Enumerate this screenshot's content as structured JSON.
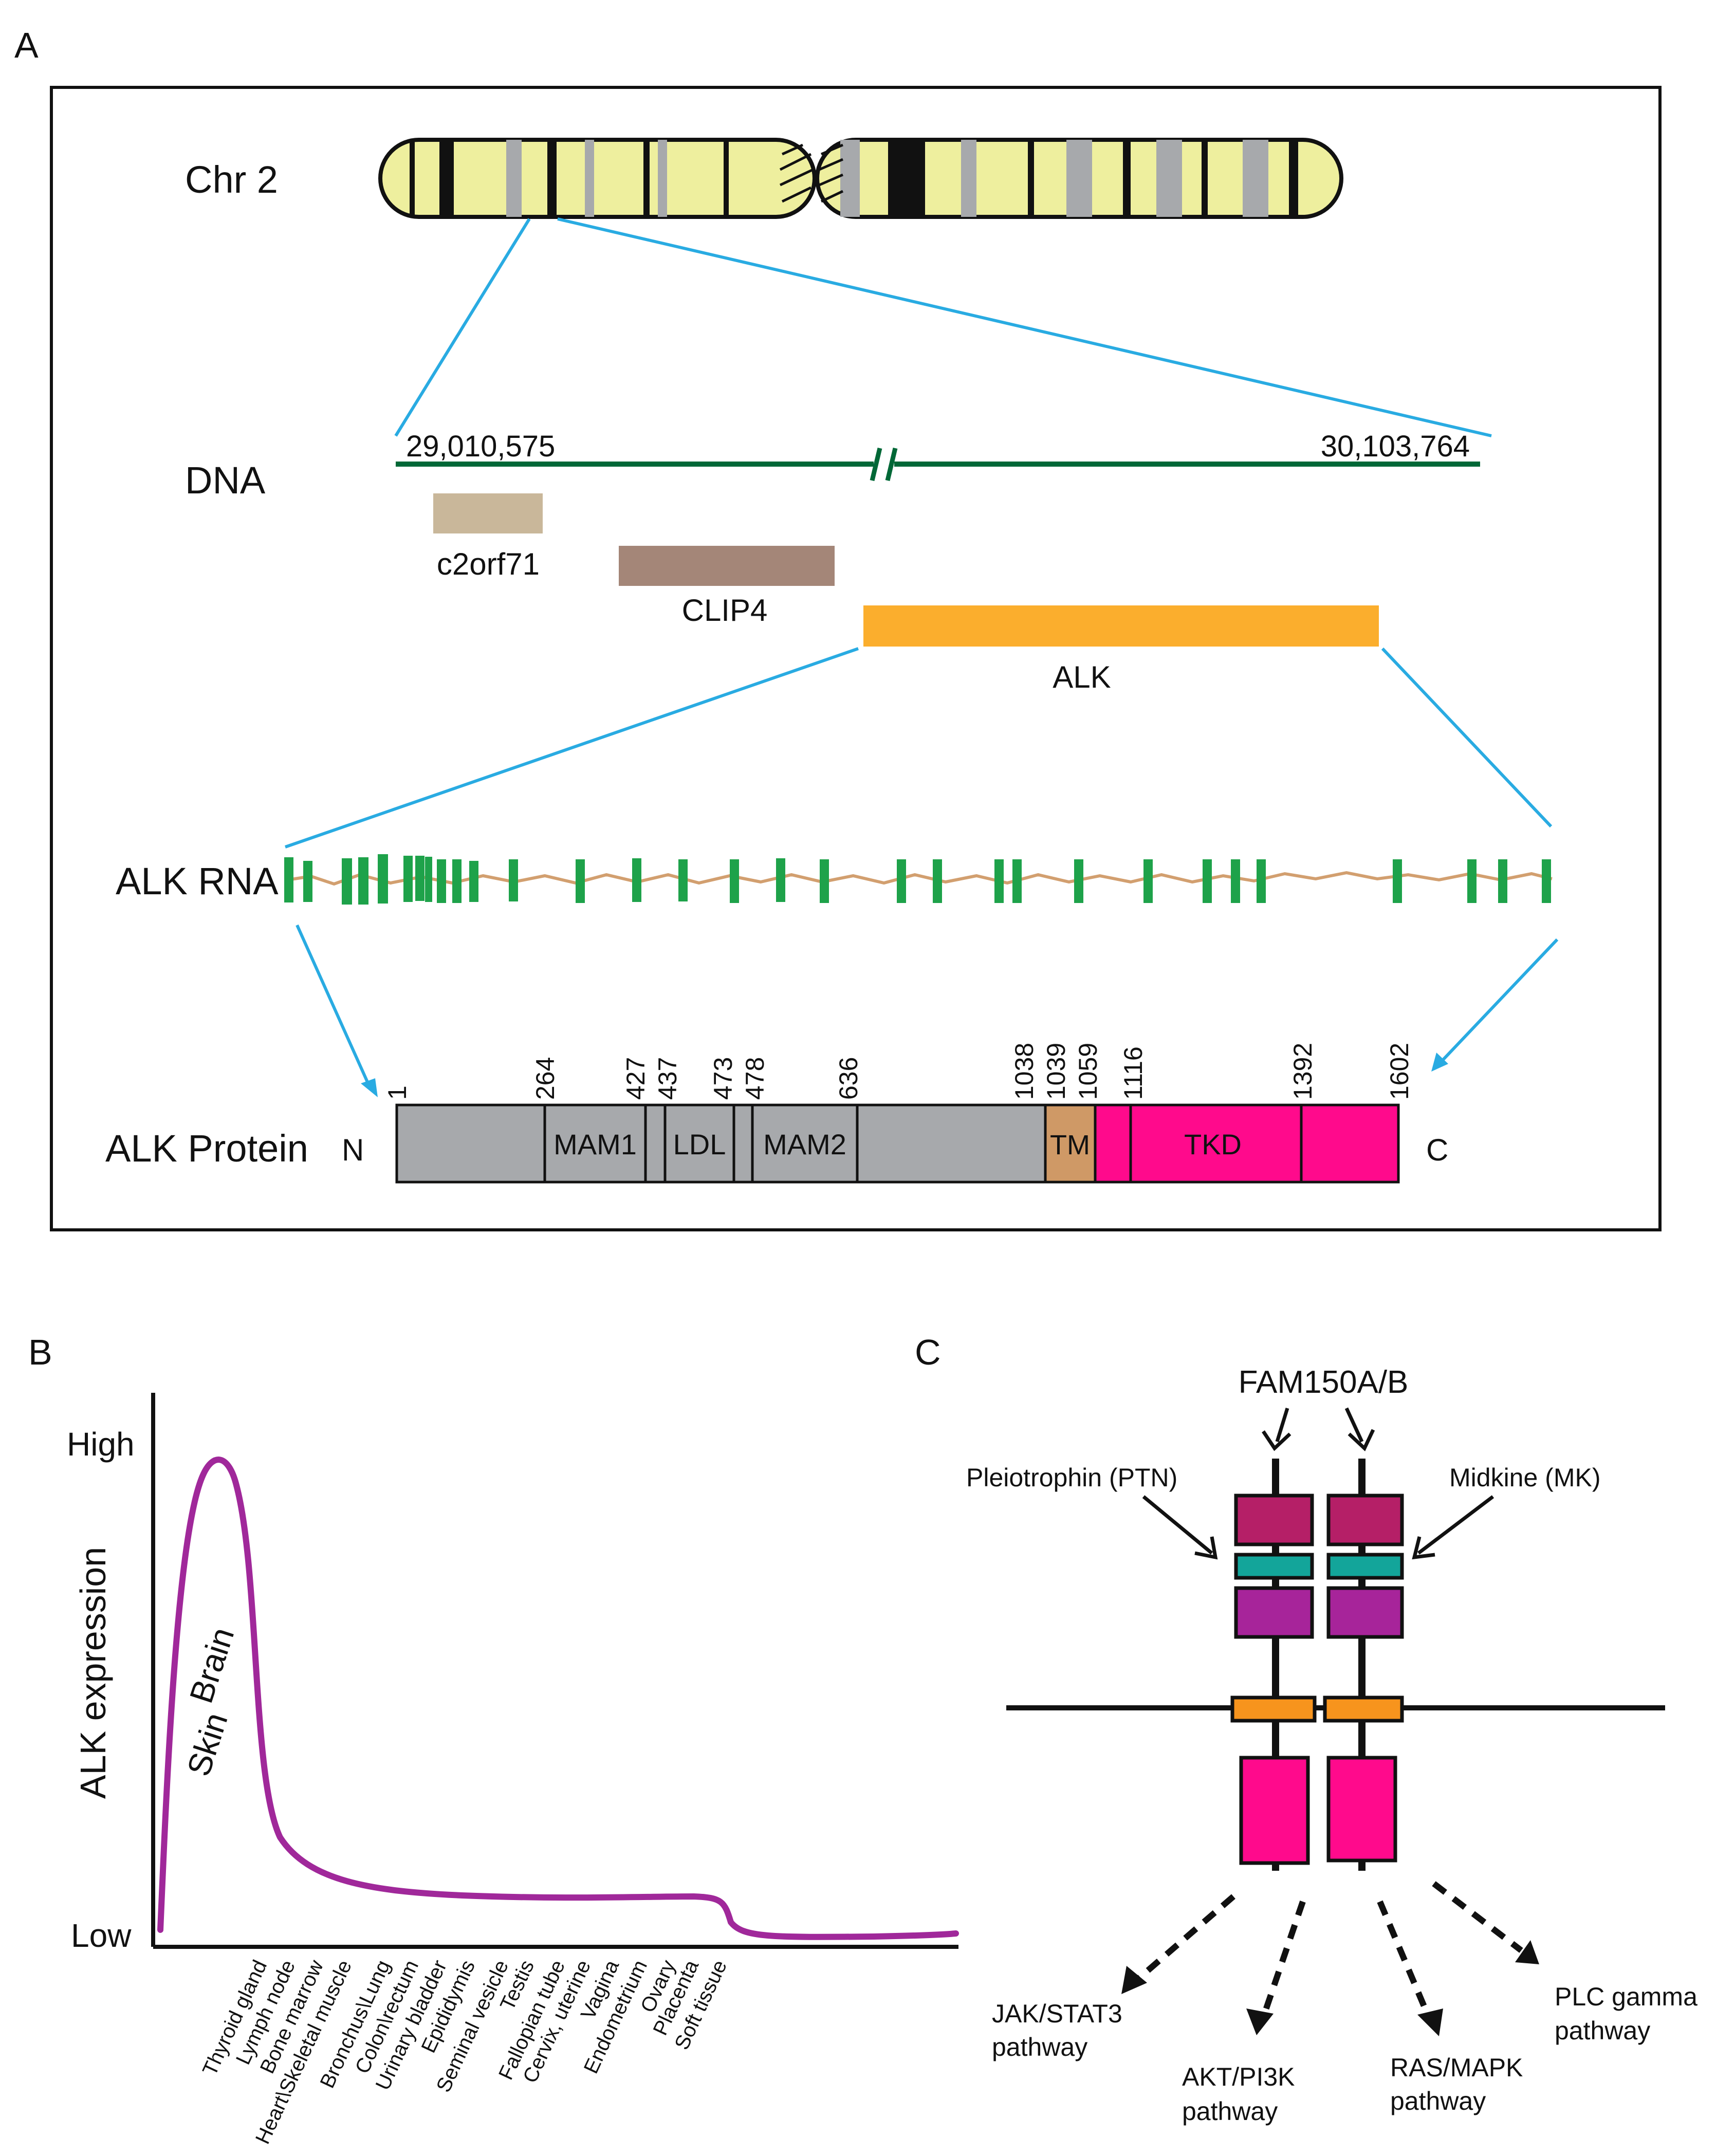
{
  "panel_labels": {
    "a": "A",
    "b": "B",
    "c": "C"
  },
  "panel_a": {
    "chr_label": "Chr 2",
    "dna_label": "DNA",
    "dna_start": "29,010,575",
    "dna_end": "30,103,764",
    "genes": [
      {
        "name": "c2orf71",
        "color": "#c9b79a"
      },
      {
        "name": "CLIP4",
        "color": "#a48678"
      },
      {
        "name": "ALK",
        "color": "#fbae2d"
      }
    ],
    "rna_label": "ALK RNA",
    "protein_label": "ALK Protein",
    "n_term": "N",
    "c_term": "C",
    "positions": [
      "1",
      "264",
      "427",
      "437",
      "473",
      "478",
      "636",
      "1038",
      "1039",
      "1059",
      "1116",
      "1392",
      "1602"
    ],
    "domains": [
      {
        "name": "MAM1",
        "color": "#a7a9ac"
      },
      {
        "name": "LDL",
        "color": "#a7a9ac"
      },
      {
        "name": "MAM2",
        "color": "#a7a9ac"
      },
      {
        "name": "TM",
        "color": "#cf9966"
      },
      {
        "name": "TKD",
        "color": "#ff0a8c"
      }
    ],
    "colors": {
      "chromosome": "#eeef9e",
      "band_gray": "#a7a9ac",
      "zoom_lines": "#29abe2",
      "dna_line": "#006837",
      "exon": "#1ea24a",
      "intron": "#d29f6f"
    }
  },
  "panel_b": {
    "y_axis_title": "ALK expression",
    "y_high": "High",
    "y_low": "Low",
    "peak_labels": [
      "Brain",
      "Skin"
    ],
    "tissues": [
      "Thyroid gland",
      "Lymph node",
      "Bone marrow",
      "Heart\\Skeletal muscle",
      "Bronchus\\Lung",
      "Colon\\rectum",
      "Urinary bladder",
      "Epididymis",
      "Seminal vesicle",
      "Testis",
      "Fallopian tube",
      "Cervix, uterine",
      "Vagina",
      "Endometrium",
      "Ovary",
      "Placenta",
      "Soft tissue"
    ],
    "curve_color": "#a0289a"
  },
  "panel_c": {
    "ligand_top": "FAM150A/B",
    "ligand_left": "Pleiotrophin (PTN)",
    "ligand_right": "Midkine (MK)",
    "pathways": [
      "JAK/STAT3 pathway",
      "AKT/PI3K pathway",
      "RAS/MAPK pathway",
      "PLC gamma pathway"
    ],
    "colors": {
      "mam_domain": "#b51f67",
      "ldl_domain": "#13a59a",
      "mam2_domain": "#a7249a",
      "tm_domain": "#f7941d",
      "kinase_domain": "#ff0a8c"
    }
  }
}
